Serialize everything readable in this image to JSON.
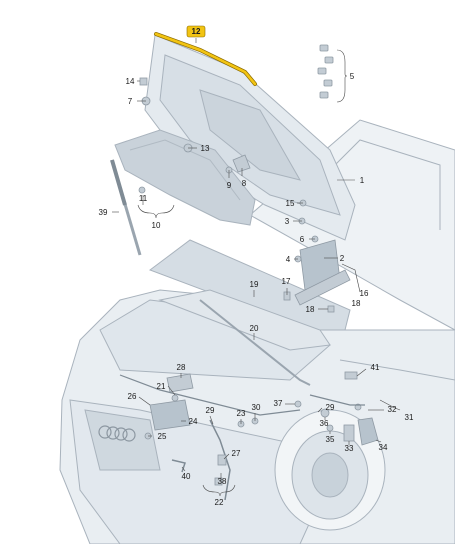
{
  "diagram": {
    "colors": {
      "outline": "#a9b3bd",
      "fill": "#dbe3ea",
      "fill_dark": "#b7c3cd",
      "leader": "#4a4a4a",
      "highlight": "#f2c413",
      "highlight_edge": "#8a6a00"
    },
    "callouts": [
      {
        "id": "1",
        "label": "1"
      },
      {
        "id": "2",
        "label": "2"
      },
      {
        "id": "3",
        "label": "3"
      },
      {
        "id": "4",
        "label": "4"
      },
      {
        "id": "5",
        "label": "5"
      },
      {
        "id": "6",
        "label": "6"
      },
      {
        "id": "7",
        "label": "7"
      },
      {
        "id": "8",
        "label": "8"
      },
      {
        "id": "9",
        "label": "9"
      },
      {
        "id": "10",
        "label": "10"
      },
      {
        "id": "11",
        "label": "11"
      },
      {
        "id": "12",
        "label": "12",
        "highlighted": true
      },
      {
        "id": "13",
        "label": "13"
      },
      {
        "id": "14",
        "label": "14"
      },
      {
        "id": "15",
        "label": "15"
      },
      {
        "id": "16",
        "label": "16"
      },
      {
        "id": "17",
        "label": "17"
      },
      {
        "id": "18a",
        "label": "18"
      },
      {
        "id": "18b",
        "label": "18"
      },
      {
        "id": "19",
        "label": "19"
      },
      {
        "id": "20",
        "label": "20"
      },
      {
        "id": "21",
        "label": "21"
      },
      {
        "id": "22",
        "label": "22"
      },
      {
        "id": "23",
        "label": "23"
      },
      {
        "id": "24",
        "label": "24"
      },
      {
        "id": "25",
        "label": "25"
      },
      {
        "id": "26",
        "label": "26"
      },
      {
        "id": "27",
        "label": "27"
      },
      {
        "id": "28",
        "label": "28"
      },
      {
        "id": "29a",
        "label": "29"
      },
      {
        "id": "29b",
        "label": "29"
      },
      {
        "id": "30",
        "label": "30"
      },
      {
        "id": "31",
        "label": "31"
      },
      {
        "id": "32",
        "label": "32"
      },
      {
        "id": "33",
        "label": "33"
      },
      {
        "id": "34",
        "label": "34"
      },
      {
        "id": "35",
        "label": "35"
      },
      {
        "id": "36",
        "label": "36"
      },
      {
        "id": "37",
        "label": "37"
      },
      {
        "id": "38",
        "label": "38"
      },
      {
        "id": "39",
        "label": "39"
      },
      {
        "id": "40",
        "label": "40"
      },
      {
        "id": "41",
        "label": "41"
      }
    ]
  }
}
